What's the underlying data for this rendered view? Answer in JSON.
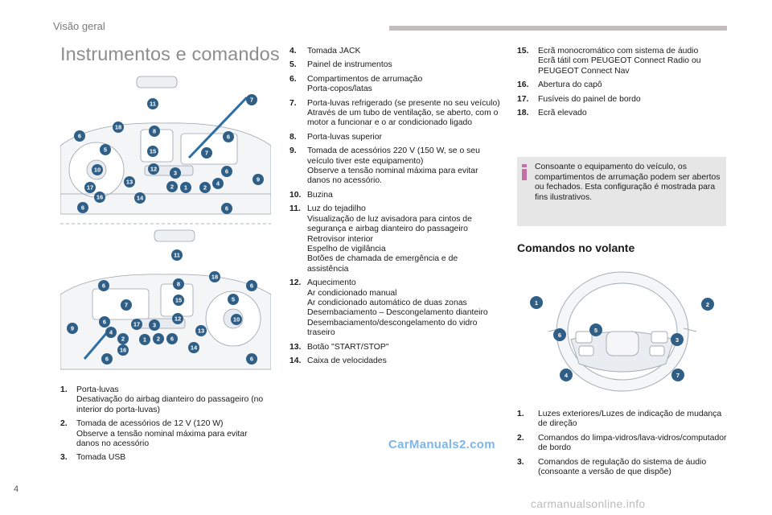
{
  "header": {
    "section": "Visão geral"
  },
  "title": "Instrumentos e comandos",
  "page_number": "4",
  "watermark": "CarManuals2.com",
  "footer_mark": "carmanualsonline.info",
  "col1": [
    {
      "n": "1.",
      "t": "Porta-luvas\nDesativação do airbag dianteiro do passageiro (no interior do porta-luvas)"
    },
    {
      "n": "2.",
      "t": "Tomada de acessórios de 12 V (120 W)\nObserve a tensão nominal máxima para evitar danos no acessório"
    },
    {
      "n": "3.",
      "t": "Tomada USB"
    }
  ],
  "col2": [
    {
      "n": "4.",
      "t": "Tomada JACK"
    },
    {
      "n": "5.",
      "t": "Painel de instrumentos"
    },
    {
      "n": "6.",
      "t": "Compartimentos de arrumação\nPorta-copos/latas"
    },
    {
      "n": "7.",
      "t": "Porta-luvas refrigerado (se presente no seu veículo)\nAtravés de um tubo de ventilação, se aberto, com o motor a funcionar e o ar condicionado ligado"
    },
    {
      "n": "8.",
      "t": "Porta-luvas superior"
    },
    {
      "n": "9.",
      "t": "Tomada de acessórios 220 V (150 W, se o seu veículo tiver este equipamento)\nObserve a tensão nominal máxima para evitar danos no acessório."
    },
    {
      "n": "10.",
      "t": "Buzina"
    },
    {
      "n": "11.",
      "t": "Luz do tejadilho\nVisualização de luz avisadora para cintos de segurança e airbag dianteiro do passageiro\nRetrovisor interior\nEspelho de vigilância\nBotões de chamada de emergência e de assistência"
    },
    {
      "n": "12.",
      "t": "Aquecimento\nAr condicionado manual\nAr condicionado automático de duas zonas\nDesembaciamento – Descongelamento dianteiro\nDesembaciamento/descongelamento do vidro traseiro"
    },
    {
      "n": "13.",
      "t": "Botão \"START/STOP\""
    },
    {
      "n": "14.",
      "t": "Caixa de velocidades"
    }
  ],
  "col3": [
    {
      "n": "15.",
      "t": "Ecrã monocromático com sistema de áudio\nEcrã tátil com PEUGEOT Connect Radio ou PEUGEOT Connect Nav"
    },
    {
      "n": "16.",
      "t": "Abertura do capô"
    },
    {
      "n": "17.",
      "t": "Fusíveis do painel de bordo"
    },
    {
      "n": "18.",
      "t": "Ecrã elevado"
    }
  ],
  "note": "Consoante o equipamento do veículo, os compartimentos de arrumação podem ser abertos ou fechados. Esta configuração é mostrada para fins ilustrativos.",
  "section_title": "Comandos no volante",
  "col3b": [
    {
      "n": "1.",
      "t": "Luzes exteriores/Luzes de indicação de mudança de direção"
    },
    {
      "n": "2.",
      "t": "Comandos do limpa-vidros/lava-vidros/computador de bordo"
    },
    {
      "n": "3.",
      "t": "Comandos de regulação do sistema de áudio (consoante a versão de que dispõe)"
    }
  ],
  "illustration": {
    "callouts_top": [
      "11",
      "7",
      "18",
      "8",
      "6",
      "6",
      "5",
      "15",
      "7",
      "10",
      "12",
      "6",
      "9",
      "13",
      "3",
      "17",
      "2",
      "1",
      "2",
      "4",
      "16",
      "14",
      "6",
      "6"
    ],
    "callouts_bottom": [
      "11",
      "18",
      "8",
      "6",
      "6",
      "5",
      "15",
      "7",
      "9",
      "6",
      "17",
      "12",
      "10",
      "4",
      "2",
      "3",
      "13",
      "1",
      "2",
      "6",
      "14",
      "16",
      "6",
      "6"
    ]
  },
  "wheel_callouts": [
    "1",
    "2",
    "6",
    "5",
    "3",
    "4",
    "7"
  ],
  "colors": {
    "callout": "#2f5f86",
    "title_gray": "#8d8d8d",
    "note_bg": "#e6e6e6",
    "info_icon": "#c56ea8"
  }
}
